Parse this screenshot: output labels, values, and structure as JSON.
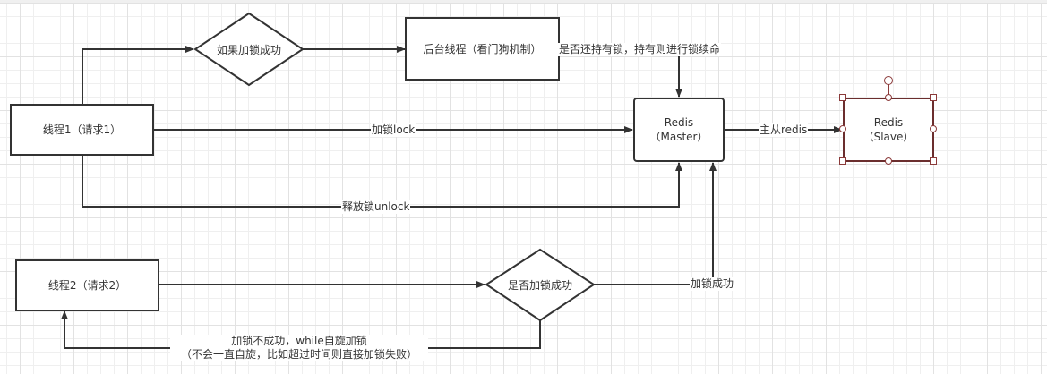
{
  "diagram": {
    "nodes": {
      "thread1": "线程1（请求1）",
      "thread2": "线程2（请求2）",
      "if_lock_success": "如果加锁成功",
      "watchdog": "后台线程（看门狗机制）",
      "redis_master_line1": "Redis",
      "redis_master_line2": "（Master）",
      "redis_slave_line1": "Redis",
      "redis_slave_line2": "（Slave）",
      "is_lock_success": "是否加锁成功"
    },
    "edges": {
      "lock": "加锁lock",
      "unlock": "释放锁unlock",
      "renew": "是否还持有锁，持有则进行锁续命",
      "master_slave": "主从redis",
      "lock_success": "加锁成功",
      "spin_line1": "加锁不成功，while自旋加锁",
      "spin_line2": "（不会一直自旋，比如超过时间则直接加锁失败）"
    },
    "colors": {
      "stroke": "#333333",
      "selection": "#8b3a3a",
      "grid_major": "#e2e2e2",
      "grid_minor": "#efefef"
    },
    "selected_node": "redis-slave"
  }
}
